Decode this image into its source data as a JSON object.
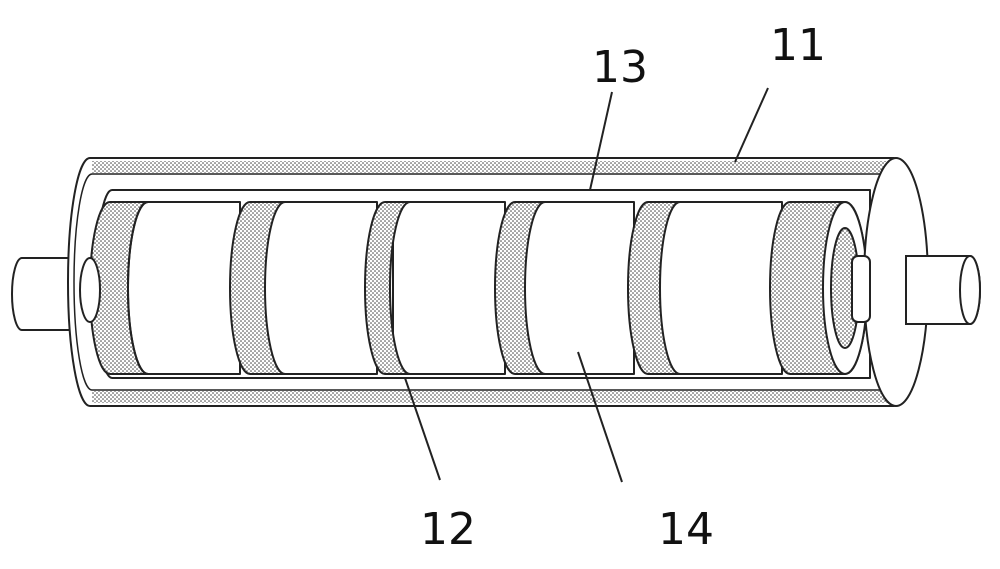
{
  "labels": {
    "outer_shell": "11",
    "ring": "12",
    "inner_space": "13",
    "core_roller": "14"
  }
}
